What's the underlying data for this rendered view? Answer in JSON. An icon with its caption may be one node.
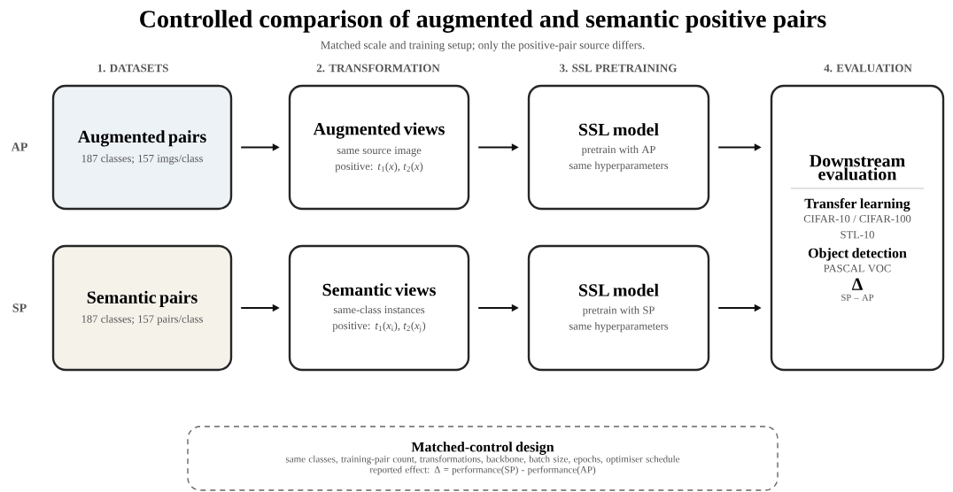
{
  "diagram": {
    "title": "Controlled comparison of augmented and semantic positive pairs",
    "nodes": [
      {
        "text": [
          "Augmented pairs",
          "187 classes; 157 imgs/class"
        ]
      },
      {
        "text": [
          "Augmented views",
          "same source image",
          "positive: *t*$_{1}$(*x*), *t*$_{2}$(*x*)"
        ]
      },
      {
        "text": [
          "SSL model",
          "pretrain with AP",
          "same hyperparameters"
        ]
      },
      {
        "text": [
          "Downstream evaluation",
          "Transfer learning",
          "CIFAR-10 / CIFAR-100",
          "STL-10",
          "Object detection",
          "PASCAL VOC",
          "Δ",
          "SP – AP"
        ]
      },
      {
        "text": [
          "Semantic pairs",
          "187 classes; 157 pairs/class"
        ]
      },
      {
        "text": [
          "Semantic views",
          "same-class instances",
          "positive: *t*$_{1}$(*x*$_{i}$), *t*$_{2}$(*x*$_{j}$)"
        ]
      },
      {
        "text": [
          "SSL model",
          "pretrain with SP",
          "same hyperparameters"
        ]
      },
      {
        "text": [
          "Matched-control design",
          "same classes, training-pair count, transformations, backbone, batch size, epochs, optimiser schedule",
          "reported effect: Δ = performance(SP) - performance(AP)"
        ]
      }
    ],
    "edges": [
      {
        "from": 0,
        "to": 1,
        "arrow": "to"
      },
      {
        "from": 1,
        "to": 2,
        "arrow": "to"
      },
      {
        "from": 2,
        "to": 3,
        "arrow": "to"
      },
      {
        "from": 4,
        "to": 5,
        "arrow": "to"
      },
      {
        "from": 5,
        "to": 6,
        "arrow": "to"
      },
      {
        "from": 6,
        "to": 3,
        "arrow": "to"
      }
    ],
    "labels": [
      "Matched scale and training setup; only the positive-pair source differs.",
      "1. DATASETS",
      "2. TRANSFORMATION",
      "3. SSL PRETRAINING",
      "4. EVALUATION",
      "AP",
      "SP"
    ]
  }
}
